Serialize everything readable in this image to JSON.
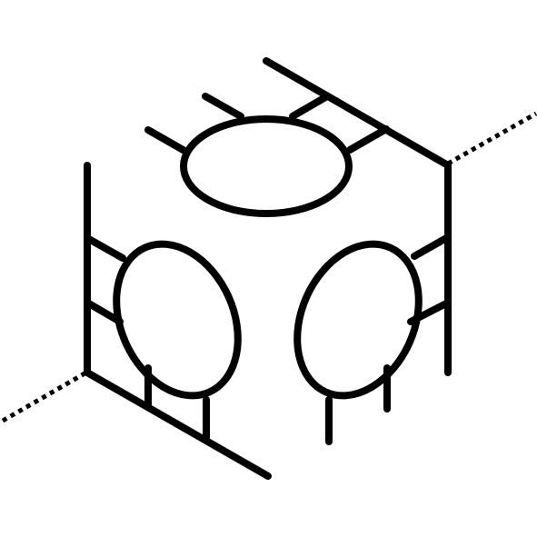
{
  "figure": {
    "icon": "isometric-cube-with-ellipse-faces-icon",
    "stroke_color": "#000000",
    "background_color": "#ffffff",
    "faces": [
      "top",
      "left",
      "right"
    ],
    "dotted_axis": true
  }
}
